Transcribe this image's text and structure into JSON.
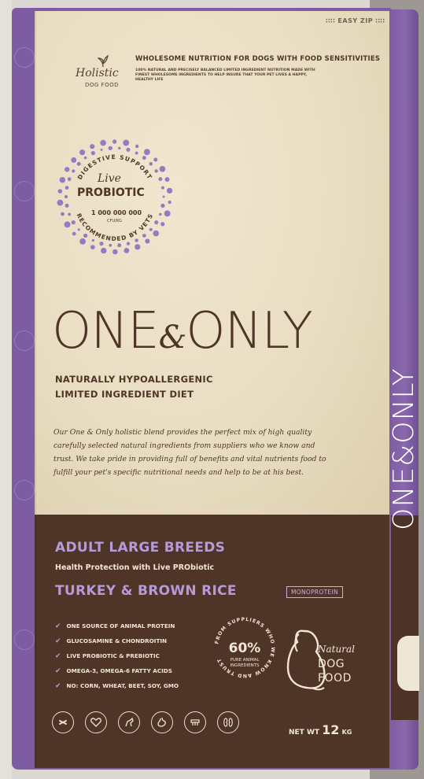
{
  "package": {
    "easy_zip": "∷∷ EASY ZIP ∷∷",
    "brand_small": "Holistic",
    "brand_small_sub": "DOG FOOD",
    "headline": "WHOLESOME NUTRITION FOR DOGS WITH FOOD SENSITIVITIES",
    "subline": "100% NATURAL AND PRECISELY BALANCED LIMITED INGREDIENT NUTRITION MADE WITH FINEST WHOLESOME INGREDIENTS TO HELP INSURE THAT YOUR PET LIVES A HAPPY, HEALTHY LIFE"
  },
  "probiotic_badge": {
    "ring_top": "DIGESTIVE SUPPORT",
    "ring_bottom": "RECOMMENDED BY VETS",
    "live": "Live",
    "probiotic": "PROBIOTIC",
    "count": "1 000 000 000",
    "unit": "CFU/KG"
  },
  "logo": {
    "left": "ONE",
    "amp": "&",
    "right": "ONLY"
  },
  "tagline": {
    "line1": "NATURALLY HYPOALLERGENIC",
    "line2": "LIMITED INGREDIENT DIET"
  },
  "description": "Our One & Only holistic blend provides the perfect mix of high quality carefully selected natural ingredients from suppliers who we know and trust. We take pride in providing full of benefits and vital nutrients food to fulfill your pet's specific nutritional needs and help to be at his best.",
  "product": {
    "breed": "ADULT LARGE BREEDS",
    "health": "Health Protection with Live PRObiotic",
    "flavor": "TURKEY & BROWN RICE",
    "monoprotein": "MONOPROTEIN"
  },
  "benefits": [
    "ONE SOURCE OF ANIMAL PROTEIN",
    "GLUCOSAMINE & CHONDROITIN",
    "LIVE PROBIOTIC & PREBIOTIC",
    "OMEGA-3, OMEGA-6 FATTY ACIDS",
    "NO: CORN, WHEAT, BEET, SOY, GMO"
  ],
  "seal": {
    "ring": "FROM SUPPLIERS WHO WE KNOW AND TRUST",
    "percent": "60%",
    "line1": "PURE ANIMAL",
    "line2": "INGREDIENTS"
  },
  "natural_badge": {
    "natural": "Natural",
    "dog": "DOG",
    "food": "FOOD"
  },
  "icons": [
    "bone-icon",
    "heart-icon",
    "dog-icon",
    "stomach-icon",
    "teeth-icon",
    "kidney-icon"
  ],
  "net_weight": {
    "label": "NET WT",
    "value": "12",
    "unit": "KG"
  },
  "side": {
    "logo": "ONE&ONLY"
  },
  "colors": {
    "purple": "#7e5ca4",
    "kraft": "#e8dcc0",
    "brown": "#4f3428",
    "lavender": "#b79ad8"
  }
}
